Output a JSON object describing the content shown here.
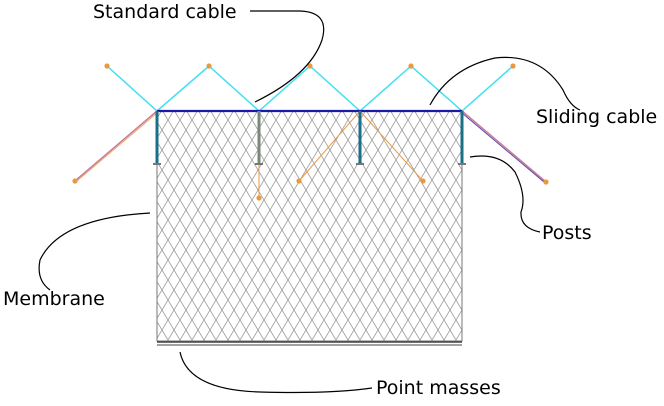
{
  "labels": {
    "standard_cable": "Standard cable",
    "sliding_cable": "Sliding cable",
    "posts": "Posts",
    "membrane": "Membrane",
    "point_masses": "Point masses"
  },
  "colors": {
    "standard_cable": "#3fe0f0",
    "sliding_cable": "#1a1aa8",
    "post": "#1d6f88",
    "post_grey": "#7a8a7a",
    "membrane": "#9a9a9a",
    "anchor": "#e89a40",
    "side_cable": "#c77a9a",
    "leader": "#000000"
  }
}
